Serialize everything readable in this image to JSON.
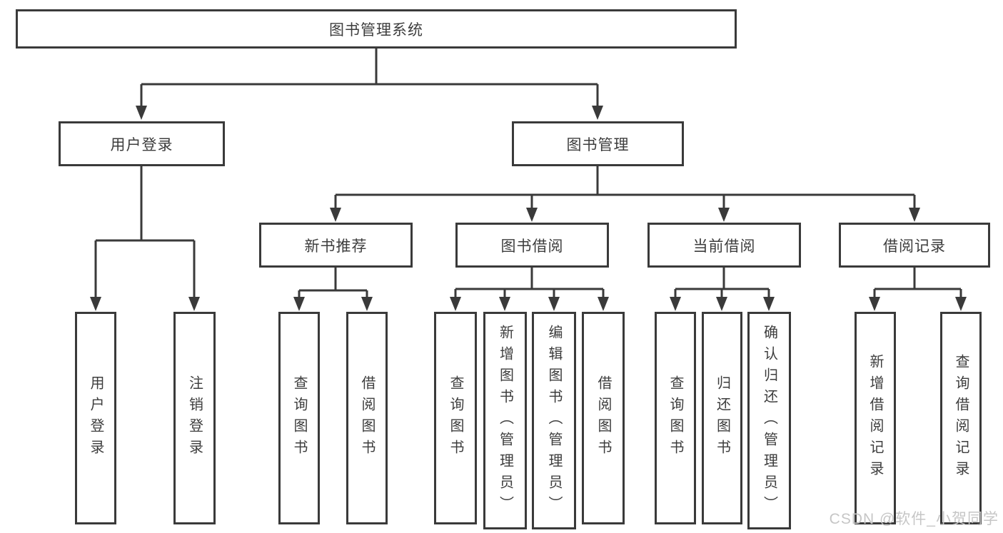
{
  "diagram": {
    "title": "图书管理系统",
    "root": "图书管理系统",
    "branches": [
      {
        "label": "用户登录",
        "children": [
          {
            "label": "用户登录"
          },
          {
            "label": "注销登录"
          }
        ]
      },
      {
        "label": "图书管理",
        "sections": [
          {
            "label": "新书推荐",
            "children": [
              {
                "label": "查询图书"
              },
              {
                "label": "借阅图书"
              }
            ]
          },
          {
            "label": "图书借阅",
            "children": [
              {
                "label": "查询图书"
              },
              {
                "label": "新增图书（管理员）"
              },
              {
                "label": "编辑图书（管理员）"
              },
              {
                "label": "借阅图书"
              }
            ]
          },
          {
            "label": "当前借阅",
            "children": [
              {
                "label": "查询图书"
              },
              {
                "label": "归还图书"
              },
              {
                "label": "确认归还（管理员）"
              }
            ]
          },
          {
            "label": "借阅记录",
            "children": [
              {
                "label": "新增借阅记录"
              },
              {
                "label": "查询借阅记录"
              }
            ]
          }
        ]
      }
    ]
  },
  "watermark": {
    "text": "CSDN @软件_小贺同学"
  },
  "colors": {
    "line": "#3a3a3a",
    "box_border": "#3a3a3a",
    "box_fill": "#ffffff",
    "text": "#3d3d3d",
    "watermark": "#c6c6c6",
    "background": "#ffffff"
  }
}
